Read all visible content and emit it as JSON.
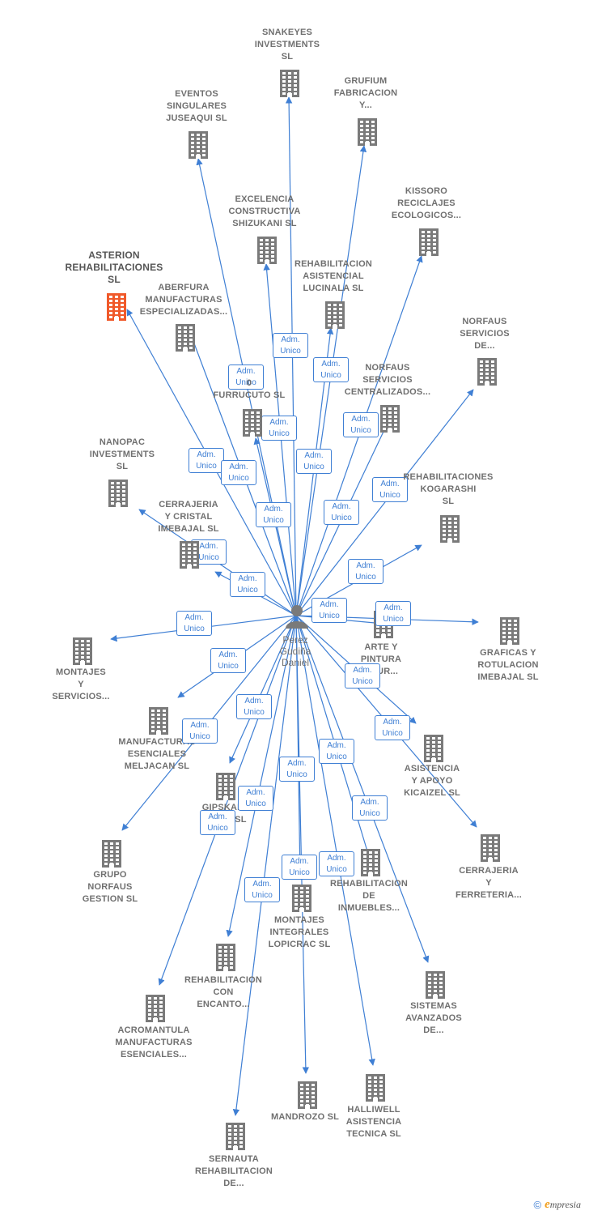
{
  "center": {
    "label": "Perez\nGudiña\nDaniel"
  },
  "relation_label": "Adm.\nUnico",
  "colors": {
    "edge": "#3f7fd4",
    "building": "#7a7a7a",
    "building_highlight": "#f0592a",
    "text": "#707070"
  },
  "nodes": [
    {
      "id": "snakeyes",
      "label": "SNAKEYES\nINVESTMENTS\nSL"
    },
    {
      "id": "grufium",
      "label": "GRUFIUM\nFABRICACION\nY..."
    },
    {
      "id": "eventos",
      "label": "EVENTOS\nSINGULARES\nJUSEAQUI SL"
    },
    {
      "id": "kissoro",
      "label": "KISSORO\nRECICLAJES\nECOLOGICOS..."
    },
    {
      "id": "excelencia",
      "label": "EXCELENCIA\nCONSTRUCTIVA\nSHIZUKANI SL"
    },
    {
      "id": "asterion",
      "label": "ASTERION\nREHABILITACIONES\nSL",
      "highlight": true
    },
    {
      "id": "rehab_lucinala",
      "label": "REHABILITACION\nASISTENCIAL\nLUCINALA SL"
    },
    {
      "id": "aberfura",
      "label": "ABERFURA\nMANUFACTURAS\nESPECIALIZADAS..."
    },
    {
      "id": "norfaus_servicios",
      "label": "NORFAUS\nSERVICIOS\nDE..."
    },
    {
      "id": "norfaus_centralizados",
      "label": "NORFAUS\nSERVICIOS\nCENTRALIZADOS..."
    },
    {
      "id": "furrucuto",
      "label": "0\nFURRUCUTO SL"
    },
    {
      "id": "nanopac",
      "label": "NANOPAC\nINVESTMENTS\nSL"
    },
    {
      "id": "rehab_kogarashi",
      "label": "REHABILITACIONES\nKOGARASHI\nSL"
    },
    {
      "id": "cerrajeria_imebajal",
      "label": "CERRAJERIA\nY CRISTAL\nIMEBAJAL SL"
    },
    {
      "id": "arte_pintura",
      "label": "ARTE Y\nPINTURA\nABUR..."
    },
    {
      "id": "graficas",
      "label": "GRAFICAS Y\nROTULACION\nIMEBAJAL SL"
    },
    {
      "id": "montajes_servicios",
      "label": "MONTAJES\nY\nSERVICIOS..."
    },
    {
      "id": "manufacturas_meljacan",
      "label": "MANUFACTURAS\nESENCIALES\nMELJACAN SL"
    },
    {
      "id": "asistencia_kicaizel",
      "label": "ASISTENCIA\nY APOYO\nKICAIZEL SL"
    },
    {
      "id": "gipskart",
      "label": "GIPSKART\nBA...S SL"
    },
    {
      "id": "cerrajeria_ferreteria",
      "label": "CERRAJERIA\nY\nFERRETERIA..."
    },
    {
      "id": "grupo_norfaus",
      "label": "GRUPO\nNORFAUS\nGESTION SL"
    },
    {
      "id": "rehab_inmuebles",
      "label": "REHABILITACION\nDE\nINMUEBLES..."
    },
    {
      "id": "montajes_lopicrac",
      "label": "MONTAJES\nINTEGRALES\nLOPICRAC SL"
    },
    {
      "id": "rehab_encanto",
      "label": "REHABILITACION\nCON\nENCANTO..."
    },
    {
      "id": "sistemas",
      "label": "SISTEMAS\nAVANZADOS\nDE..."
    },
    {
      "id": "acromantula",
      "label": "ACROMANTULA\nMANUFACTURAS\nESENCIALES..."
    },
    {
      "id": "mandrozo",
      "label": "MANDROZO SL"
    },
    {
      "id": "halliwell",
      "label": "HALLIWELL\nASISTENCIA\nTECNICA SL"
    },
    {
      "id": "sernauta",
      "label": "SERNAUTA\nREHABILITACION\nDE..."
    }
  ],
  "footer": {
    "copyright": "©",
    "brand_initial": "e",
    "brand_rest": "mpresia"
  }
}
